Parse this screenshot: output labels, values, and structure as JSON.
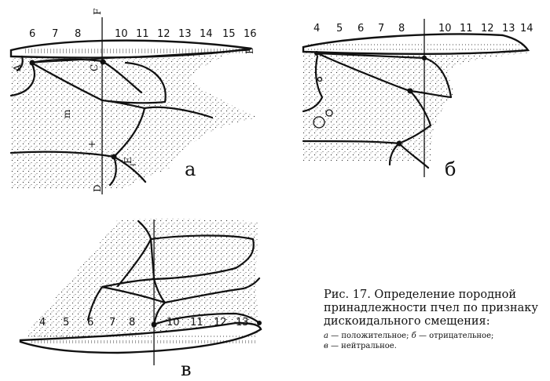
{
  "panels": {
    "a": {
      "letter": "а",
      "scale": [
        "6",
        "7",
        "8",
        "10",
        "11",
        "12",
        "13",
        "14",
        "15",
        "16"
      ],
      "points": {
        "F": "F",
        "A": "A",
        "B": "B",
        "C": "C",
        "D": "D",
        "E": "E"
      },
      "marks": {
        "plus": "+",
        "minus": "−",
        "m": "m"
      }
    },
    "b": {
      "letter": "б",
      "scale": [
        "4",
        "5",
        "6",
        "7",
        "8",
        "10",
        "11",
        "12",
        "13",
        "14"
      ]
    },
    "v": {
      "letter": "в",
      "scale": [
        "4",
        "5",
        "6",
        "7",
        "8",
        "10",
        "11",
        "12",
        "13"
      ]
    }
  },
  "caption": {
    "title": "Рис. 17. Определение породной принадлежности пчел по признаку дискоидального смещения:",
    "legend_a_key": "а",
    "legend_a_text": " — положительное; ",
    "legend_b_key": "б",
    "legend_b_text": " — отрицательное;",
    "legend_v_key": "в",
    "legend_v_text": " — нейтральное."
  }
}
